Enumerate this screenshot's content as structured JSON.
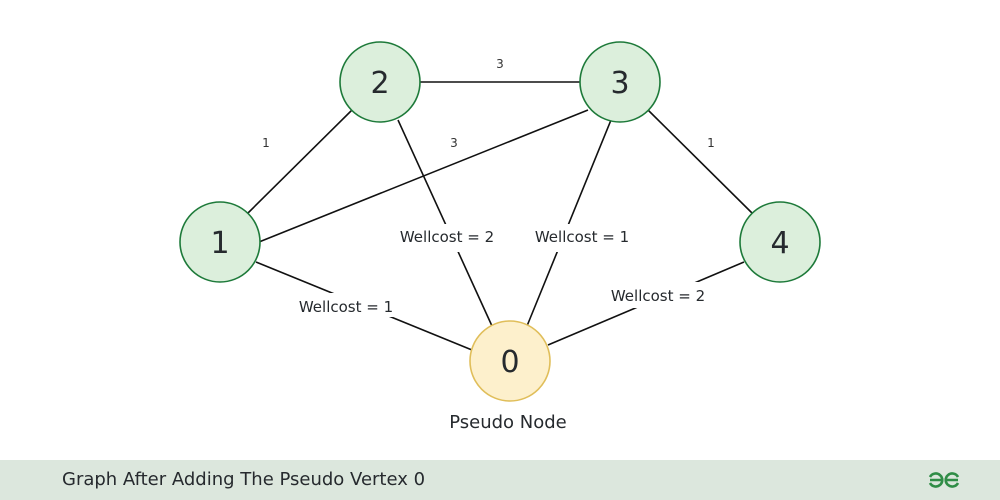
{
  "graph": {
    "nodes": [
      {
        "id": "2",
        "label": "2",
        "type": "regular"
      },
      {
        "id": "3",
        "label": "3",
        "type": "regular"
      },
      {
        "id": "1",
        "label": "1",
        "type": "regular"
      },
      {
        "id": "4",
        "label": "4",
        "type": "regular"
      },
      {
        "id": "0",
        "label": "0",
        "type": "pseudo"
      }
    ],
    "edges": [
      {
        "from": "2",
        "to": "3",
        "label": "3"
      },
      {
        "from": "1",
        "to": "2",
        "label": "1"
      },
      {
        "from": "1",
        "to": "3",
        "label": "3"
      },
      {
        "from": "3",
        "to": "4",
        "label": "1"
      },
      {
        "from": "1",
        "to": "0",
        "label": "Wellcost = 1"
      },
      {
        "from": "2",
        "to": "0",
        "label": "Wellcost = 2"
      },
      {
        "from": "3",
        "to": "0",
        "label": "Wellcost = 1"
      },
      {
        "from": "4",
        "to": "0",
        "label": "Wellcost = 2"
      }
    ],
    "pseudo_caption": "Pseudo Node"
  },
  "colors": {
    "regular_fill": "#dcefdc",
    "regular_stroke": "#1e7a3a",
    "pseudo_fill": "#fdf0cc",
    "pseudo_stroke": "#e0be5a",
    "footer_bg": "#dce7dd",
    "logo": "#2f8d46"
  },
  "footer": {
    "title": "Graph After Adding The Pseudo Vertex 0",
    "logo": "gfg-logo-icon"
  }
}
